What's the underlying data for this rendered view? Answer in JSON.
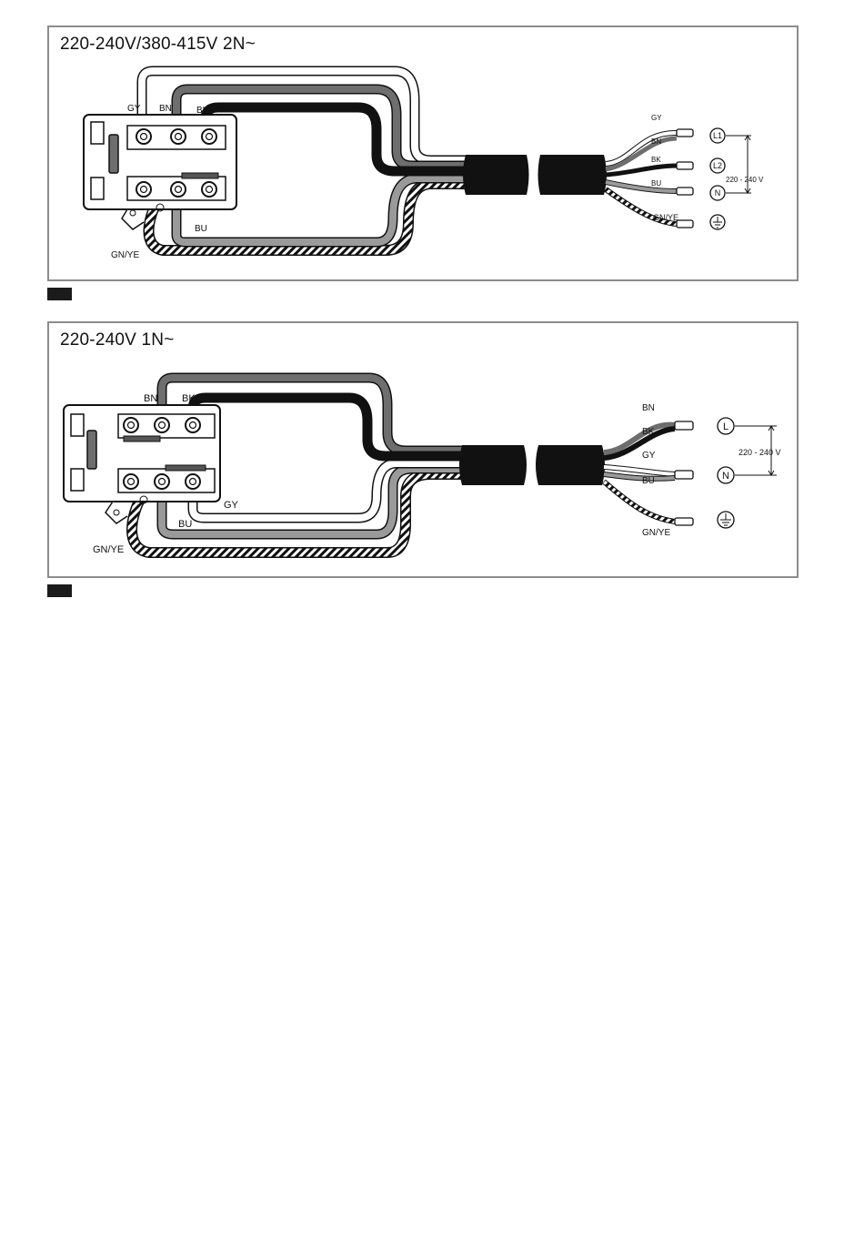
{
  "panels": [
    {
      "title": "220-240V/380-415V 2N~",
      "block_labels": {
        "gy": "GY",
        "bn": "BN",
        "bk": "BK",
        "bu": "BU",
        "gnye": "GN/YE"
      },
      "end_labels": {
        "gy": "GY",
        "bn": "BN",
        "bk": "BK",
        "bu": "BU",
        "gnye": "GN/YE"
      },
      "terminals": {
        "l1": "L1",
        "l2": "L2",
        "n": "N"
      },
      "voltage": "220 - 240 V"
    },
    {
      "title": "220-240V 1N~",
      "block_labels": {
        "bn": "BN",
        "bk": "BK",
        "gy": "GY",
        "bu": "BU",
        "gnye": "GN/YE"
      },
      "end_labels": {
        "bn": "BN",
        "bk": "BK",
        "gy": "GY",
        "bu": "BU",
        "gnye": "GN/YE"
      },
      "terminals": {
        "l": "L",
        "n": "N"
      },
      "voltage": "220 - 240 V"
    }
  ],
  "colors": {
    "border": "#8c8c8c",
    "black_wire": "#111111",
    "brown_wire": "#6e6e6e",
    "blue_wire": "#9a9a9a",
    "gray_wire": "#ffffff"
  }
}
